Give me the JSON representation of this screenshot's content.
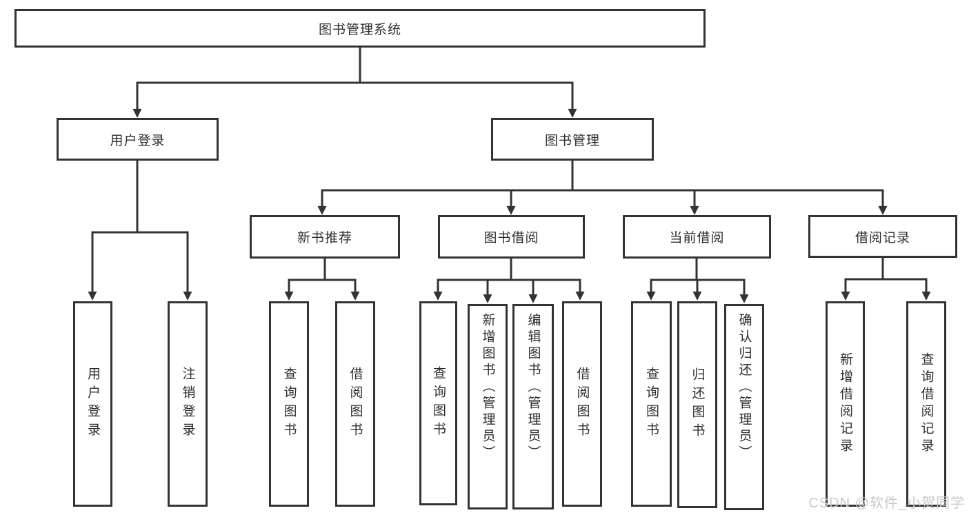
{
  "diagram": {
    "watermark": "CSDN @软件_小贺同学",
    "colors": {
      "line": "#333333",
      "text": "#2e2e2e",
      "watermark": "#c9c9c9",
      "background": "#ffffff"
    }
  },
  "nodes": {
    "root": {
      "label": "图书管理系统"
    },
    "user_login": {
      "label": "用户登录"
    },
    "book_mgmt": {
      "label": "图书管理"
    },
    "new_book_rec": {
      "label": "新书推荐"
    },
    "book_borrow": {
      "label": "图书借阅"
    },
    "current_borrow": {
      "label": "当前借阅"
    },
    "borrow_records": {
      "label": "借阅记录"
    },
    "leaf_user_login": {
      "label": "用户登录"
    },
    "leaf_logout": {
      "label": "注销登录"
    },
    "rec_query_book": {
      "label": "查询图书"
    },
    "rec_borrow_book": {
      "label": "借阅图书"
    },
    "bb_query_book": {
      "label": "查询图书"
    },
    "bb_add_book": {
      "label": "新增图书（管理员）"
    },
    "bb_edit_book": {
      "label": "编辑图书（管理员）"
    },
    "bb_borrow_book": {
      "label": "借阅图书"
    },
    "cb_query_book": {
      "label": "查询图书"
    },
    "cb_return_book": {
      "label": "归还图书"
    },
    "cb_confirm_return": {
      "label": "确认归还（管理员）"
    },
    "br_add_record": {
      "label": "新增借阅记录"
    },
    "br_query_record": {
      "label": "查询借阅记录"
    }
  }
}
